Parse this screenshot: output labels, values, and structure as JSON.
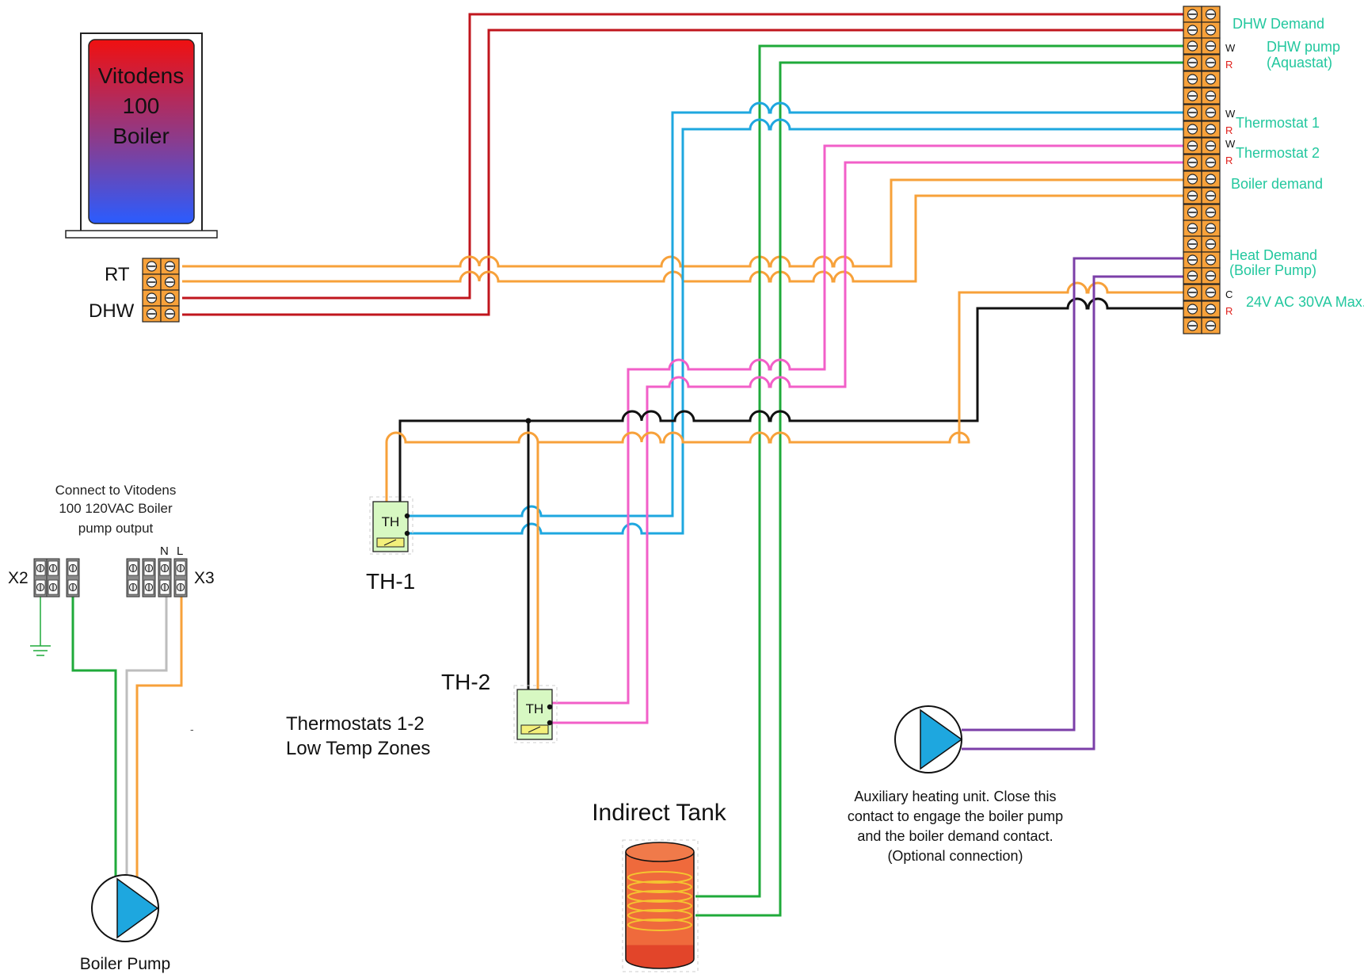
{
  "colors": {
    "red": "#c0161d",
    "orange": "#f7a13a",
    "green": "#1faa3a",
    "blue": "#1ea7df",
    "pink": "#f25fc8",
    "black": "#111111",
    "purple": "#7b3fa8",
    "grey": "#bdbdbd",
    "label_green": "#22c79e",
    "terminal_red": "#e0201b"
  },
  "boiler": {
    "line1": "Vitodens",
    "line2": "100",
    "line3": "Boiler"
  },
  "boiler_terminals": {
    "rt": "RT",
    "dhw": "DHW"
  },
  "terminal_strip": {
    "dhw_demand": "DHW Demand",
    "dhw_pump_line1": "DHW pump",
    "dhw_pump_line2": "(Aquastat)",
    "thermostat1": "Thermostat 1",
    "thermostat2": "Thermostat 2",
    "boiler_demand": "Boiler demand",
    "heat_demand_line1": "Heat Demand",
    "heat_demand_line2": "(Boiler Pump)",
    "power": "24V AC 30VA Max.",
    "w": "W",
    "r": "R",
    "c": "C"
  },
  "thermostats": {
    "th1_label": "TH-1",
    "th2_label": "TH-2",
    "device_text": "TH",
    "zones_line1": "Thermostats 1-2",
    "zones_line2": "Low Temp Zones"
  },
  "vitodens_connect": {
    "line1": "Connect to Vitodens",
    "line2": "100 120VAC Boiler",
    "line3": "pump output",
    "x2": "X2",
    "x3": "X3",
    "n": "N",
    "l": "L",
    "dash": "-"
  },
  "boiler_pump": "Boiler Pump",
  "indirect_tank": "Indirect Tank",
  "aux": {
    "line1": "Auxiliary heating unit. Close this",
    "line2": "contact to engage the boiler pump",
    "line3": "and the boiler demand contact.",
    "line4": "(Optional connection)"
  }
}
